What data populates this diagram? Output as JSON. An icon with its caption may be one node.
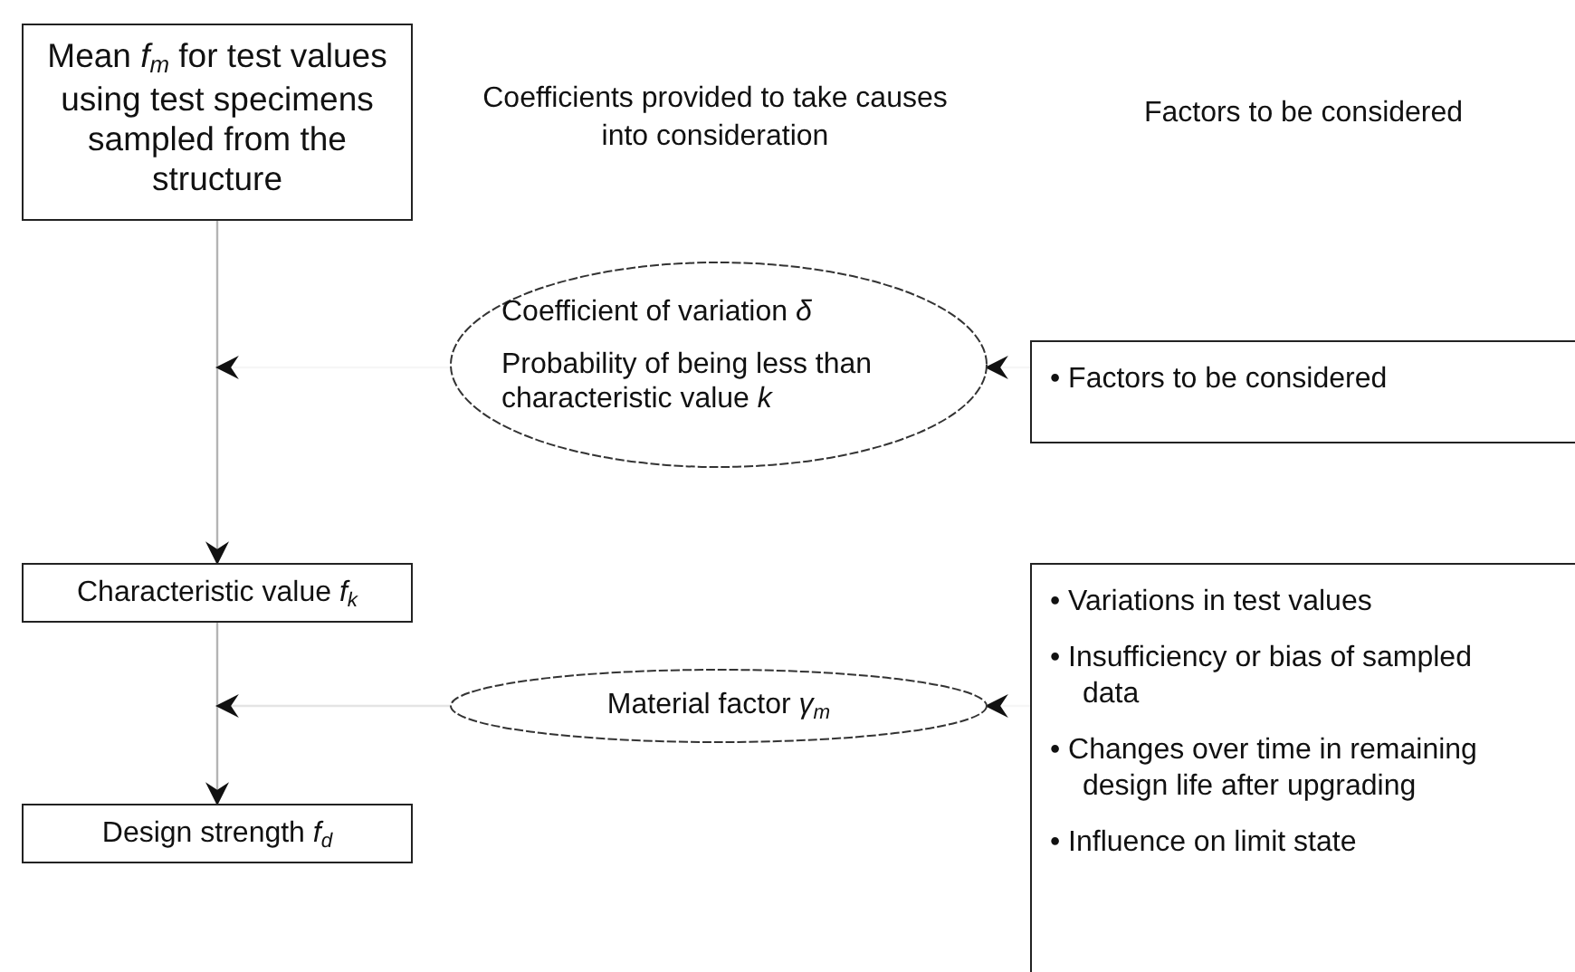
{
  "diagram": {
    "nodes": [
      {
        "text": [
          "Mean *f*$_{m}$ for test values using test specimens sampled from the structure"
        ]
      },
      {
        "text": [
          "Characteristic value *f*$_{k}$"
        ]
      },
      {
        "text": [
          "Design strength *f*$_{d}$"
        ]
      },
      {
        "text": [
          "Coefficient of variation *δ*",
          "Probability of being less than characteristic value *k*"
        ]
      },
      {
        "text": [
          "Material factor *γ*$_{m}$"
        ]
      },
      {
        "text": [
          "• Factors to be considered"
        ]
      },
      {
        "text": [
          "• Variations in test values",
          "• Insufficiency or bias of sampled data",
          "• Changes over time in remaining design life after upgrading",
          "• Influence on limit state"
        ]
      }
    ],
    "edges": [
      {
        "from": 0,
        "to": 1,
        "arrow": "to",
        "color": "#b4b4b4"
      },
      {
        "from": 1,
        "to": 2,
        "arrow": "to",
        "color": "#b4b4b4"
      },
      {
        "from": 3,
        "to": null,
        "arrow": "to",
        "color": "#f6f6f6"
      },
      {
        "from": 4,
        "to": null,
        "arrow": "to",
        "color": "#e4e4e4"
      },
      {
        "from": 5,
        "to": 3,
        "arrow": "to",
        "color": "#f6f6f6"
      },
      {
        "from": 6,
        "to": 4,
        "arrow": "to",
        "color": "#f6f6f6"
      }
    ],
    "labels": [
      "Coefficients provided to take causes into consideration",
      "Factors to be considered"
    ]
  }
}
